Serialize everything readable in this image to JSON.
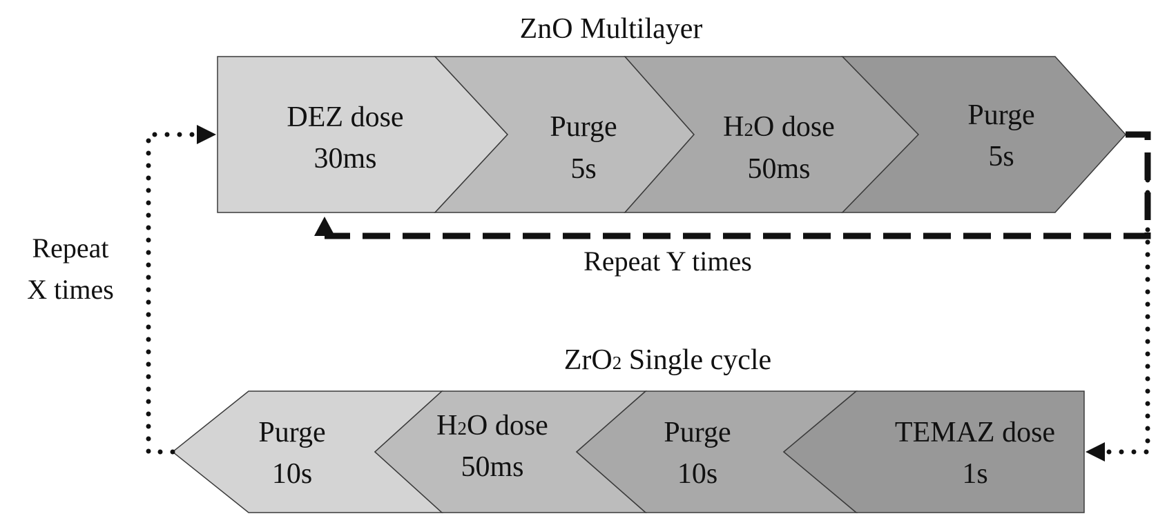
{
  "zno": {
    "title": "ZnO Multilayer",
    "steps": [
      {
        "name": "DEZ dose",
        "time": "30ms"
      },
      {
        "name": "Purge",
        "time": "5s"
      },
      {
        "name_pre": "H",
        "name_sub": "2",
        "name_post": "O dose",
        "time": "50ms"
      },
      {
        "name": "Purge",
        "time": "5s"
      }
    ],
    "repeat_label": "Repeat Y times"
  },
  "zro2": {
    "title_pre": "ZrO",
    "title_sub": "2",
    "title_post": " Single cycle",
    "steps": [
      {
        "name": "Purge",
        "time": "10s"
      },
      {
        "name_pre": "H",
        "name_sub": "2",
        "name_post": "O dose",
        "time": "50ms"
      },
      {
        "name": "Purge",
        "time": "10s"
      },
      {
        "name": "TEMAZ dose",
        "time": "1s"
      }
    ]
  },
  "outer_repeat": {
    "line1": "Repeat",
    "line2": "X times"
  },
  "colors": {
    "shade1": "#d4d4d4",
    "shade2": "#bcbcbc",
    "shade3": "#a9a9a9",
    "shade4": "#989898",
    "line": "#111111"
  }
}
